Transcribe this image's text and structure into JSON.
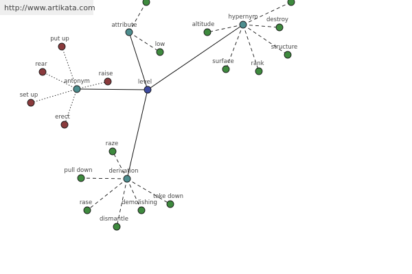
{
  "site_url": "http://www.artikata.com",
  "colors": {
    "center": "#3d4aa0",
    "category": "#4d8e8f",
    "antonym_leaf": "#8a3a3c",
    "leaf": "#3e8a3e"
  },
  "graph": {
    "center": {
      "id": "level",
      "label": "level"
    },
    "categories": [
      {
        "id": "attribute",
        "label": "attribute",
        "link": "solid"
      },
      {
        "id": "hypernym",
        "label": "hypernym",
        "link": "solid"
      },
      {
        "id": "antonym",
        "label": "antonym",
        "link": "solid"
      },
      {
        "id": "derivation",
        "label": "derivation",
        "link": "solid"
      }
    ],
    "leaves": [
      {
        "id": "attr-top",
        "label": "",
        "parent": "attribute",
        "kind": "leaf",
        "link": "dashed"
      },
      {
        "id": "attr-low",
        "label": "low",
        "parent": "attribute",
        "kind": "leaf",
        "link": "dashed"
      },
      {
        "id": "hyp-altitude",
        "label": "altitude",
        "parent": "hypernym",
        "kind": "leaf",
        "link": "dashed"
      },
      {
        "id": "hyp-destroy",
        "label": "destroy",
        "parent": "hypernym",
        "kind": "leaf",
        "link": "dashed"
      },
      {
        "id": "hyp-structure",
        "label": "structure",
        "parent": "hypernym",
        "kind": "leaf",
        "link": "dashed"
      },
      {
        "id": "hyp-surface",
        "label": "surface",
        "parent": "hypernym",
        "kind": "leaf",
        "link": "dashed"
      },
      {
        "id": "hyp-rank",
        "label": "rank",
        "parent": "hypernym",
        "kind": "leaf",
        "link": "dashed"
      },
      {
        "id": "hyp-topright",
        "label": "",
        "parent": "hypernym",
        "kind": "leaf",
        "link": "dashed"
      },
      {
        "id": "ant-putup",
        "label": "put up",
        "parent": "antonym",
        "kind": "antonym_leaf",
        "link": "dotted"
      },
      {
        "id": "ant-rear",
        "label": "rear",
        "parent": "antonym",
        "kind": "antonym_leaf",
        "link": "dotted"
      },
      {
        "id": "ant-raise",
        "label": "raise",
        "parent": "antonym",
        "kind": "antonym_leaf",
        "link": "dotted"
      },
      {
        "id": "ant-setup",
        "label": "set up",
        "parent": "antonym",
        "kind": "antonym_leaf",
        "link": "dotted"
      },
      {
        "id": "ant-erect",
        "label": "erect",
        "parent": "antonym",
        "kind": "antonym_leaf",
        "link": "dotted"
      },
      {
        "id": "der-raze",
        "label": "raze",
        "parent": "derivation",
        "kind": "leaf",
        "link": "dashed"
      },
      {
        "id": "der-pulldown",
        "label": "pull down",
        "parent": "derivation",
        "kind": "leaf",
        "link": "dashed"
      },
      {
        "id": "der-rase",
        "label": "rase",
        "parent": "derivation",
        "kind": "leaf",
        "link": "dashed"
      },
      {
        "id": "der-demolishing",
        "label": "demolishing",
        "parent": "derivation",
        "kind": "leaf",
        "link": "dashed"
      },
      {
        "id": "der-takedown",
        "label": "take down",
        "parent": "derivation",
        "kind": "leaf",
        "link": "dashed"
      },
      {
        "id": "der-dismantle",
        "label": "dismantle",
        "parent": "derivation",
        "kind": "leaf",
        "link": "dashed"
      }
    ]
  }
}
